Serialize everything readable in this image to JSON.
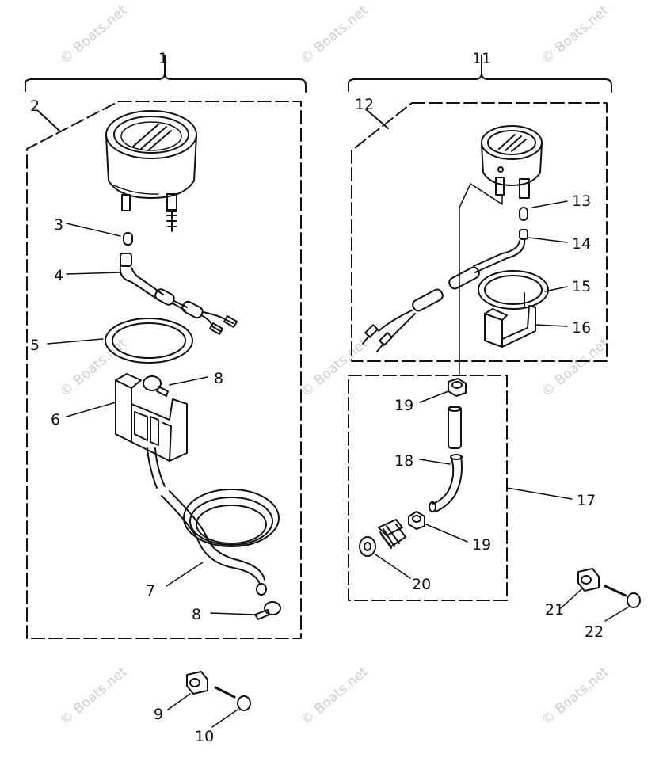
{
  "watermark": "© Boats.net",
  "callouts": {
    "c1": "1",
    "c2": "2",
    "c3": "3",
    "c4": "4",
    "c5": "5",
    "c6": "6",
    "c7": "7",
    "c8a": "8",
    "c8b": "8",
    "c9": "9",
    "c10": "10",
    "c11": "11",
    "c12": "12",
    "c13": "13",
    "c14": "14",
    "c15": "15",
    "c16": "16",
    "c17": "17",
    "c18": "18",
    "c19a": "19",
    "c19b": "19",
    "c20": "20",
    "c21": "21",
    "c22": "22"
  }
}
